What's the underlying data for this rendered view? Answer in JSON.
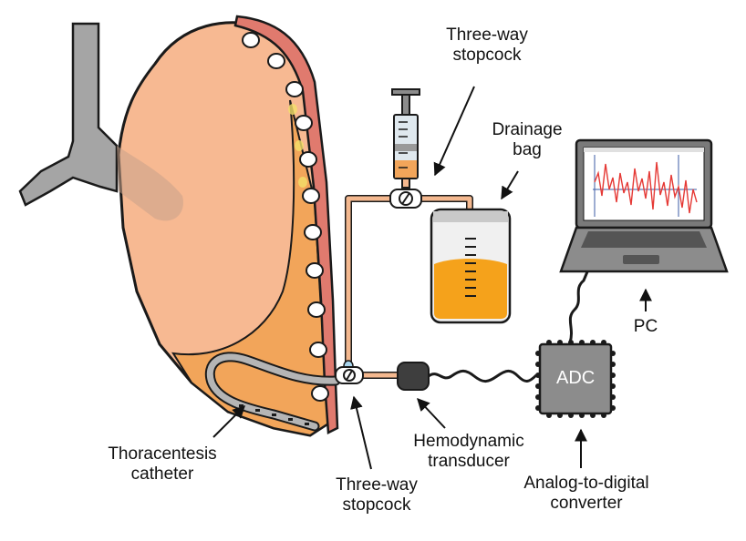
{
  "labels": {
    "stopcock_top": [
      "Three-way",
      "stopcock"
    ],
    "drainage_bag": [
      "Drainage",
      "bag"
    ],
    "pc": "PC",
    "adc": "ADC",
    "catheter": [
      "Thoracentesis",
      "catheter"
    ],
    "stopcock_bottom": [
      "Three-way",
      "stopcock"
    ],
    "transducer": [
      "Hemodynamic",
      "transducer"
    ],
    "converter": [
      "Analog-to-digital",
      "converter"
    ]
  },
  "colors": {
    "lung": "#f7b992",
    "pleural_fluid": "#f2a55a",
    "chest_wall": "#e07a6e",
    "trachea": "#a5a5a5",
    "tubing": "#f4b88f",
    "bag_fluid": "#f5a21b",
    "device_gray": "#8c8c8c",
    "signal_trace": "#e53935"
  },
  "icons": [
    "syringe-icon",
    "stopcock-icon",
    "drainage-bag-icon",
    "laptop-icon",
    "adc-chip-icon",
    "transducer-icon",
    "catheter-icon"
  ]
}
